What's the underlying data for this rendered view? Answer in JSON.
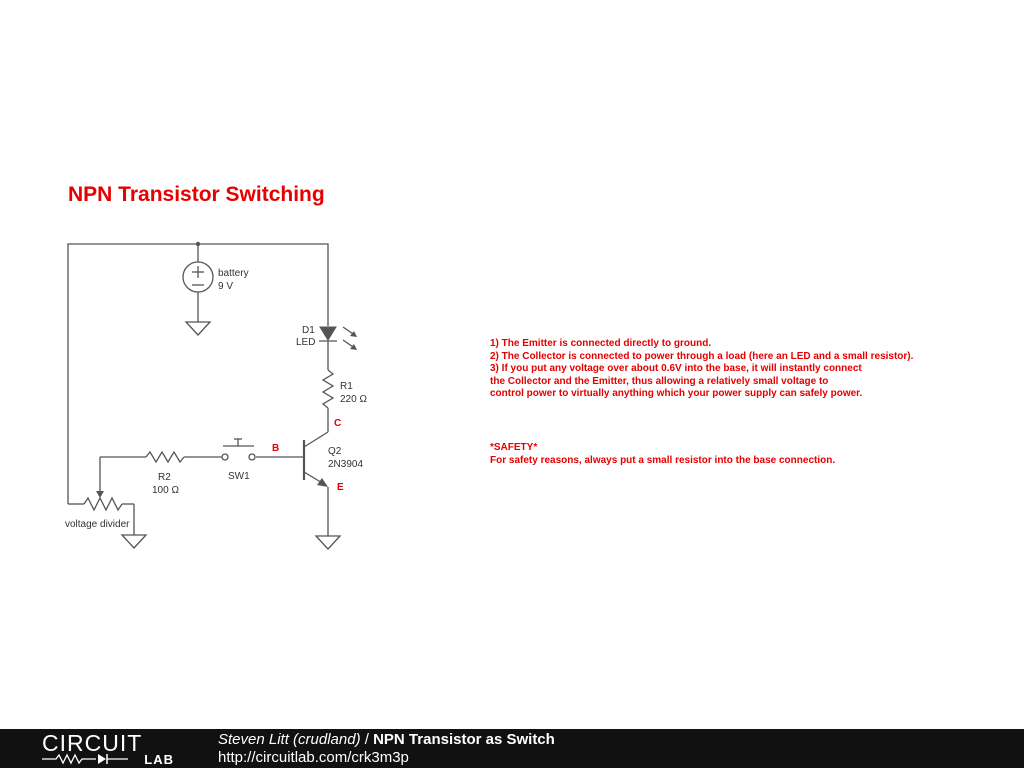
{
  "diagram": {
    "title": "NPN Transistor Switching",
    "components": {
      "battery": {
        "name": "battery",
        "value": "9 V"
      },
      "d1": {
        "name": "D1",
        "value": "LED"
      },
      "r1": {
        "name": "R1",
        "value": "220 Ω"
      },
      "r2": {
        "name": "R2",
        "value": "100 Ω"
      },
      "sw1": {
        "name": "SW1"
      },
      "q2": {
        "name": "Q2",
        "value": "2N3904"
      },
      "pot": {
        "name": "voltage divider"
      }
    },
    "pins": {
      "collector": "C",
      "base": "B",
      "emitter": "E"
    },
    "notes": [
      "1) The Emitter is connected directly to ground.",
      "2) The Collector is connected to power through a load (here an LED and a small resistor).",
      "3) If you put any voltage over about 0.6V into the base, it will instantly connect",
      "the Collector and the Emitter, thus allowing a relatively small voltage to",
      "control power to virtually anything which your power supply can safely power."
    ],
    "safety": {
      "heading": "*SAFETY*",
      "text": "For safety reasons, always put a small resistor into the base connection."
    }
  },
  "footer": {
    "logo_top": "CIRCUIT",
    "logo_bottom": "LAB",
    "author": "Steven Litt (crudland)",
    "separator": " / ",
    "project_title": "NPN Transistor as Switch",
    "url": "http://circuitlab.com/crk3m3p"
  }
}
